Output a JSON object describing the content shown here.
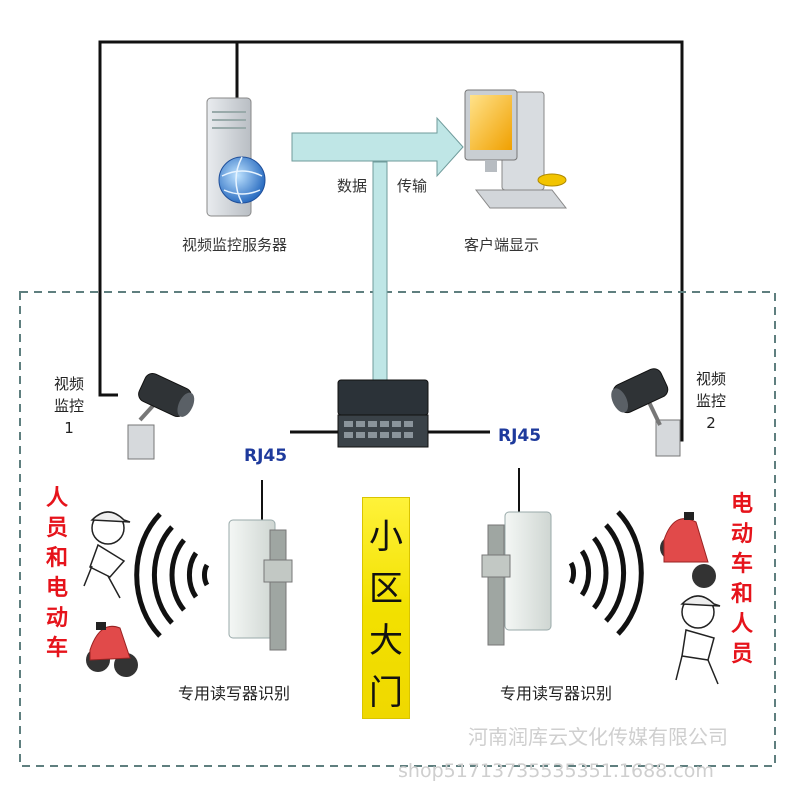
{
  "server_label": "视频监控服务器",
  "client_label": "客户端显示",
  "data_label": "数据",
  "transfer_label": "传输",
  "camera_left": {
    "line1": "视频",
    "line2": "监控",
    "line3": "1"
  },
  "camera_right": {
    "line1": "视频",
    "line2": "监控",
    "line3": "2"
  },
  "rj45_left": "RJ45",
  "rj45_right": "RJ45",
  "gate_label": "小区大门",
  "left_targets": "人员和电动车",
  "right_targets": "电动车和人员",
  "reader_left_label": "专用读写器识别",
  "reader_right_label": "专用读写器识别",
  "watermark_company": "河南润库云文化传媒有限公司",
  "watermark_shop": "shop51713735535351.1688.com",
  "colors": {
    "accent_red": "#e6131b",
    "rj45_blue": "#1e3a9c",
    "pipe_cyan": "#bfe6e6",
    "gate_yellow": "#f2e100"
  }
}
